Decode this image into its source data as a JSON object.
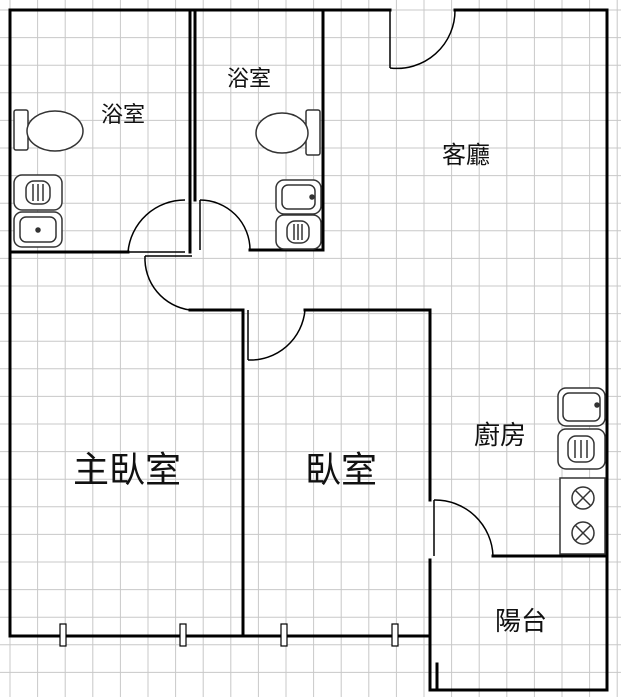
{
  "floorplan": {
    "rooms": {
      "bath_left": "浴室",
      "bath_right": "浴室",
      "living": "客廳",
      "master_bedroom": "主臥室",
      "bedroom": "臥室",
      "kitchen": "廚房",
      "balcony": "陽台"
    },
    "colors": {
      "background": "#ffffff",
      "grid": "#c8c8c8",
      "wall": "#000000",
      "fixture": "#333333"
    },
    "icons": [
      "toilet-icon",
      "sink-icon",
      "bathtub-icon",
      "stove-icon",
      "door-swing-icon",
      "window-icon"
    ]
  }
}
